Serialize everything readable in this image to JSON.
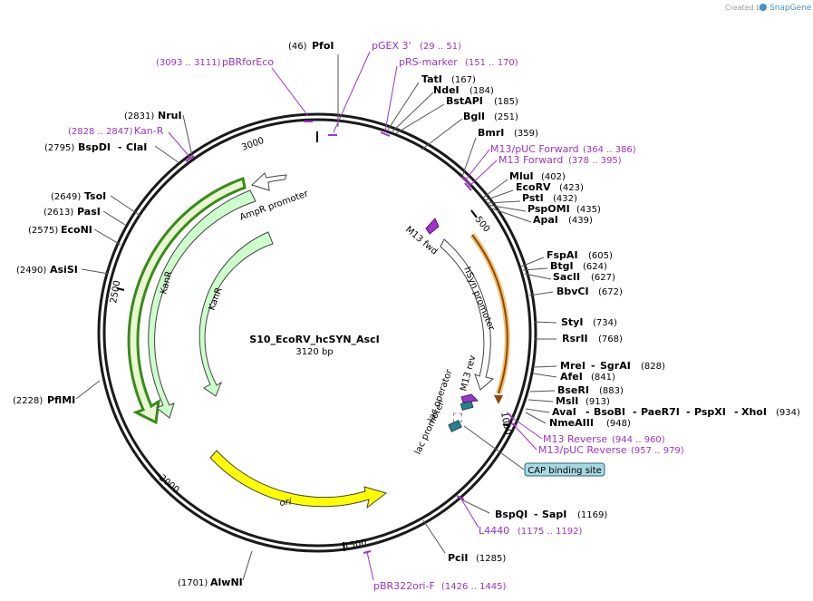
{
  "credit": {
    "prefix": "Created by",
    "brand": "SnapGene"
  },
  "plasmid": {
    "name": "S10_EcoRV_hcSYN_AscI",
    "size": "3120 bp"
  },
  "ticks": [
    "3000",
    "500",
    "2500",
    "1000",
    "2000",
    "1500"
  ],
  "enzymes": [
    {
      "pos": "(46)",
      "name": "PfoI"
    },
    {
      "pos": "(167)",
      "name": "TatI"
    },
    {
      "pos": "(184)",
      "name": "NdeI"
    },
    {
      "pos": "(185)",
      "name": "BstAPI"
    },
    {
      "pos": "(251)",
      "name": "BglI"
    },
    {
      "pos": "(359)",
      "name": "BmrI"
    },
    {
      "pos": "(402)",
      "name": "MluI"
    },
    {
      "pos": "(423)",
      "name": "EcoRV"
    },
    {
      "pos": "(432)",
      "name": "PstI"
    },
    {
      "pos": "(435)",
      "name": "PspOMI"
    },
    {
      "pos": "(439)",
      "name": "ApaI"
    },
    {
      "pos": "(605)",
      "name": "FspAI"
    },
    {
      "pos": "(624)",
      "name": "BtgI"
    },
    {
      "pos": "(627)",
      "name": "SacII"
    },
    {
      "pos": "(672)",
      "name": "BbvCI"
    },
    {
      "pos": "(734)",
      "name": "StyI"
    },
    {
      "pos": "(768)",
      "name": "RsrII"
    },
    {
      "pos": "(828)",
      "name": "MreI",
      "name2": "SgrAI"
    },
    {
      "pos": "(841)",
      "name": "AfeI"
    },
    {
      "pos": "(883)",
      "name": "BseRI"
    },
    {
      "pos": "(913)",
      "name": "MslI"
    },
    {
      "pos": "(934)",
      "name": "AvaI",
      "name2": "BsoBI",
      "name3": "PaeR7I",
      "name4": "PspXI",
      "name5": "XhoI"
    },
    {
      "pos": "(948)",
      "name": "NmeAIII"
    },
    {
      "pos": "(1169)",
      "name": "BspQI",
      "name2": "SapI"
    },
    {
      "pos": "(1285)",
      "name": "PciI"
    },
    {
      "pos": "(1701)",
      "name": "AlwNI"
    },
    {
      "pos": "(2228)",
      "name": "PflMI"
    },
    {
      "pos": "(2490)",
      "name": "AsiSI"
    },
    {
      "pos": "(2575)",
      "name": "EcoNI"
    },
    {
      "pos": "(2613)",
      "name": "PasI"
    },
    {
      "pos": "(2649)",
      "name": "TsoI"
    },
    {
      "pos": "(2795)",
      "name": "BspDI",
      "name2": "ClaI"
    },
    {
      "pos": "(2831)",
      "name": "NruI"
    }
  ],
  "primers": [
    {
      "name": "pGEX 3'",
      "range": "(29 .. 51)"
    },
    {
      "name": "pBRforEco",
      "range": "(3093 .. 3111)"
    },
    {
      "name": "pRS-marker",
      "range": "(151 .. 170)"
    },
    {
      "name": "M13/pUC Forward",
      "range": "(364 .. 386)"
    },
    {
      "name": "M13 Forward",
      "range": "(378 .. 395)"
    },
    {
      "name": "Kan-R",
      "range": "(2828 .. 2847)"
    },
    {
      "name": "M13 Reverse",
      "range": "(944 .. 960)"
    },
    {
      "name": "M13/pUC Reverse",
      "range": "(957 .. 979)"
    },
    {
      "name": "L4440",
      "range": "(1175 .. 1192)"
    },
    {
      "name": "pBR322ori-F",
      "range": "(1426 .. 1445)"
    }
  ],
  "features": {
    "ampr_promoter": "AmpR promoter",
    "kanr_outer": "KanR",
    "kanr_inner": "KanR",
    "m13_fwd": "M13 fwd",
    "hsyn_promoter": "hSyn promoter",
    "m13_rev": "M13 rev",
    "lac_operator": "lac operator",
    "lac_promoter": "lac promoter",
    "cap_site": "CAP binding site",
    "ori": "ori"
  },
  "colors": {
    "primer": "#9b34c7",
    "kanr_fill": "#ccffcc",
    "kanr_outline": "#3a8a1e",
    "hsyn_stroke": "#e8a030",
    "ori_fill": "#ffff00",
    "cap_fill": "#a8d8e0",
    "lac_operator_fill": "#2b7f8f"
  }
}
